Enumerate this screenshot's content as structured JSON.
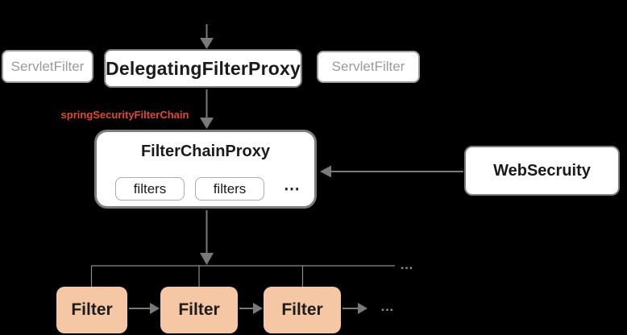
{
  "theme": {
    "bg": "#000000",
    "line_gray": "#7a7a7a",
    "thin_line_gray": "#8c8c8c",
    "accent_red": "#e3492c",
    "filter_fill": "#f6c7a4",
    "muted_text": "#9b9b9b",
    "border_gray": "#7d7d7d",
    "light_border_gray": "#9d9d9d"
  },
  "nodes": {
    "servlet_filter_left": {
      "label": "ServletFilter"
    },
    "delegating_filter_proxy": {
      "label": "DelegatingFilterProxy"
    },
    "servlet_filter_right": {
      "label": "ServletFilter"
    },
    "filter_chain_proxy": {
      "title": "FilterChainProxy",
      "filters_a": "filters",
      "filters_b": "filters",
      "more": "⋯"
    },
    "web_secruity": {
      "label": "WebSecruity"
    },
    "filter_1": {
      "label": "Filter"
    },
    "filter_2": {
      "label": "Filter"
    },
    "filter_3": {
      "label": "Filter"
    }
  },
  "labels": {
    "spring_security_filter_chain": "springSecurityFilterChain",
    "chains_ellipsis": "…",
    "filters_ellipsis": "…"
  }
}
